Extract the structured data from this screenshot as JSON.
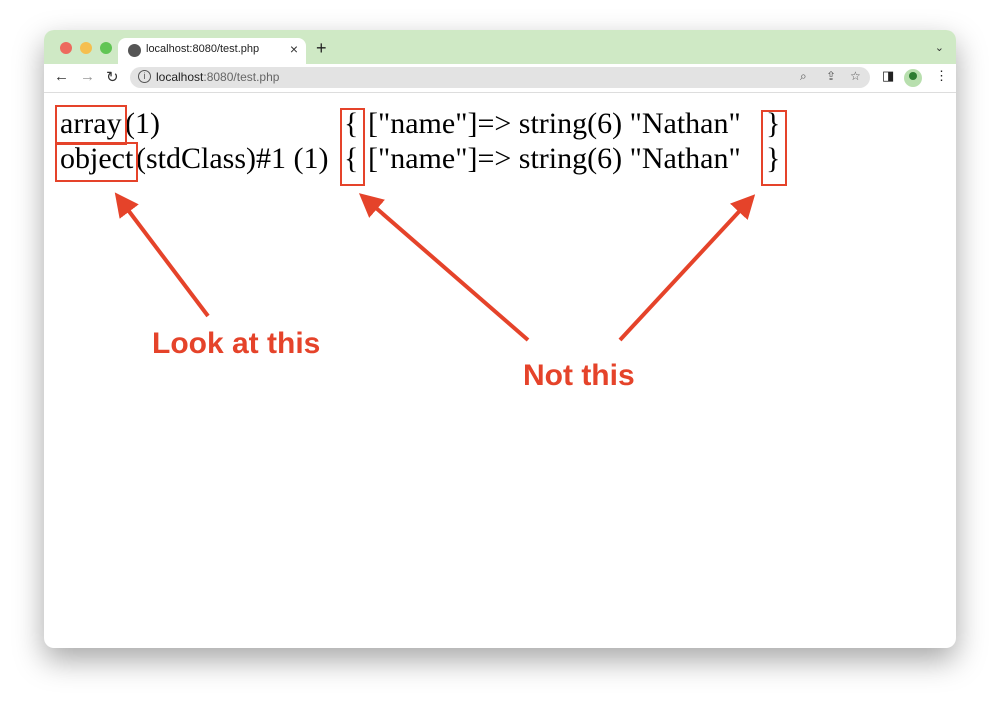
{
  "browser": {
    "tab_title": "localhost:8080/test.php",
    "url_host": "localhost",
    "url_rest": ":8080/test.php",
    "icons": [
      "globe-icon",
      "close-icon",
      "plus-icon",
      "chevron-down-icon",
      "back-icon",
      "forward-icon",
      "reload-icon",
      "info-icon",
      "zoom-icon",
      "share-icon",
      "star-icon",
      "sidebar-icon",
      "profile-icon",
      "menu-icon"
    ]
  },
  "content": {
    "line1": {
      "type": "array",
      "rest": "(1)",
      "open": "{",
      "body": "[\"name\"]=> string(6) \"Nathan\"",
      "close": "}"
    },
    "line2": {
      "type": "object",
      "rest": "(stdClass)#1 (1)",
      "open": "{",
      "body": "[\"name\"]=> string(6) \"Nathan\"",
      "close": "}"
    }
  },
  "annotations": {
    "look_label": "Look at this",
    "not_label": "Not this",
    "color": "#e5432a"
  }
}
